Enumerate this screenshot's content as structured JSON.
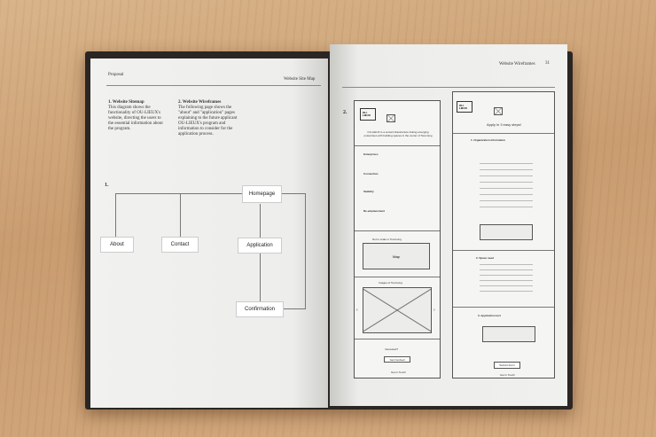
{
  "left_page": {
    "header_left": "Proposal",
    "header_right": "Website Site Map",
    "col1_title": "1. Website Sitemap",
    "col1_text": [
      "This diagram shows the",
      "functionality of OU-LIEUX's",
      "website, directing the users to",
      "the essential information about",
      "the program."
    ],
    "col2_title": "2. Website Wireframes",
    "col2_text": [
      "The following page shows the",
      "\"about\" and \"application\" pages",
      "explaining to the future applicant",
      "OU-LIEUX's program and",
      "information to consider for the",
      "application process."
    ],
    "diagram_number": "1.",
    "nodes": {
      "homepage": "Homepage",
      "about": "About",
      "contact": "Contact",
      "application": "Application",
      "confirmation": "Confirmation"
    }
  },
  "right_page": {
    "header_title": "Website Wireframes",
    "page_number": "31",
    "diagram_number": "2.",
    "wire_about": {
      "logo": "OU-\nLIEUX",
      "intro": "OU-LIEUX is a social infrastructure linking emerging enterprises with building spaces in the center of Tourcoing",
      "steps": [
        "Enterprises",
        "Connection",
        "Stability",
        "Re-emplacement"
      ],
      "map_heading": "Not to scale in Tourcoing",
      "map_label": "Map",
      "images_heading": "Images of Tourcoing",
      "cta_heading": "Interested?",
      "cta_button": "Get Involved",
      "footer": "Get in Touch"
    },
    "wire_application": {
      "logo": "OU-\nLIEUX",
      "heading": "Apply in 3 easy steps!",
      "step1": "1. Organization information",
      "step2": "2. Space need",
      "step3": "3. Application text",
      "submit": "Submit Form",
      "footer": "Get in Touch"
    }
  }
}
